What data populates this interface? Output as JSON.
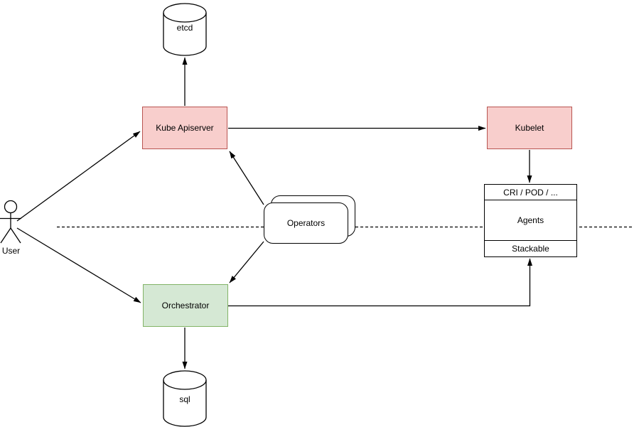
{
  "diagram": {
    "nodes": {
      "user": {
        "label": "User",
        "shape": "actor"
      },
      "etcd": {
        "label": "etcd",
        "shape": "cylinder"
      },
      "kube_apiserver": {
        "label": "Kube Apiserver",
        "fill": "#f8cecc",
        "stroke": "#b85450"
      },
      "kubelet": {
        "label": "Kubelet",
        "fill": "#f8cecc",
        "stroke": "#b85450"
      },
      "operators": {
        "label": "Operators",
        "shape": "stacked-rounded-rectangle"
      },
      "agents": {
        "header": "CRI / POD / ...",
        "body": "Agents",
        "footer": "Stackable"
      },
      "orchestrator": {
        "label": "Orchestrator",
        "fill": "#d5e8d4",
        "stroke": "#82b366"
      },
      "sql": {
        "label": "sql",
        "shape": "cylinder"
      }
    },
    "edges": [
      {
        "from": "User",
        "to": "Kube Apiserver",
        "style": "arrow"
      },
      {
        "from": "User",
        "to": "Orchestrator",
        "style": "arrow"
      },
      {
        "from": "Kube Apiserver",
        "to": "etcd",
        "style": "arrow"
      },
      {
        "from": "Kube Apiserver",
        "to": "Kubelet",
        "style": "arrow"
      },
      {
        "from": "Operators",
        "to": "Kube Apiserver",
        "style": "arrow"
      },
      {
        "from": "Operators",
        "to": "Orchestrator",
        "style": "arrow"
      },
      {
        "from": "Kubelet",
        "to": "Agents (CRI / POD / ...)",
        "style": "arrow"
      },
      {
        "from": "Orchestrator",
        "to": "Agents (Stackable)",
        "style": "arrow-elbow"
      },
      {
        "from": "Orchestrator",
        "to": "sql",
        "style": "arrow"
      },
      {
        "from": "left edge",
        "to": "right edge",
        "style": "dashed-separator"
      }
    ],
    "colors": {
      "node_red_fill": "#f8cecc",
      "node_red_stroke": "#b85450",
      "node_green_fill": "#d5e8d4",
      "node_green_stroke": "#82b366",
      "line": "#000000",
      "shape_fill": "#ffffff",
      "background": "#ffffff"
    }
  }
}
